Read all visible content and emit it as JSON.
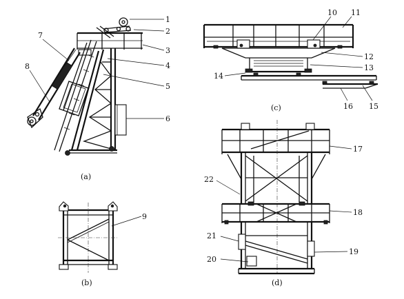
{
  "views": [
    {
      "id": "a",
      "caption": "(a)"
    },
    {
      "id": "b",
      "caption": "(b)"
    },
    {
      "id": "c",
      "caption": "(c)"
    },
    {
      "id": "d",
      "caption": "(d)"
    }
  ],
  "callouts": {
    "a": [
      "1",
      "2",
      "3",
      "4",
      "5",
      "6",
      "7",
      "8"
    ],
    "b": [
      "9"
    ],
    "c": [
      "10",
      "11",
      "12",
      "13",
      "14",
      "15",
      "16"
    ],
    "d": [
      "17",
      "18",
      "19",
      "20",
      "21",
      "22"
    ]
  }
}
